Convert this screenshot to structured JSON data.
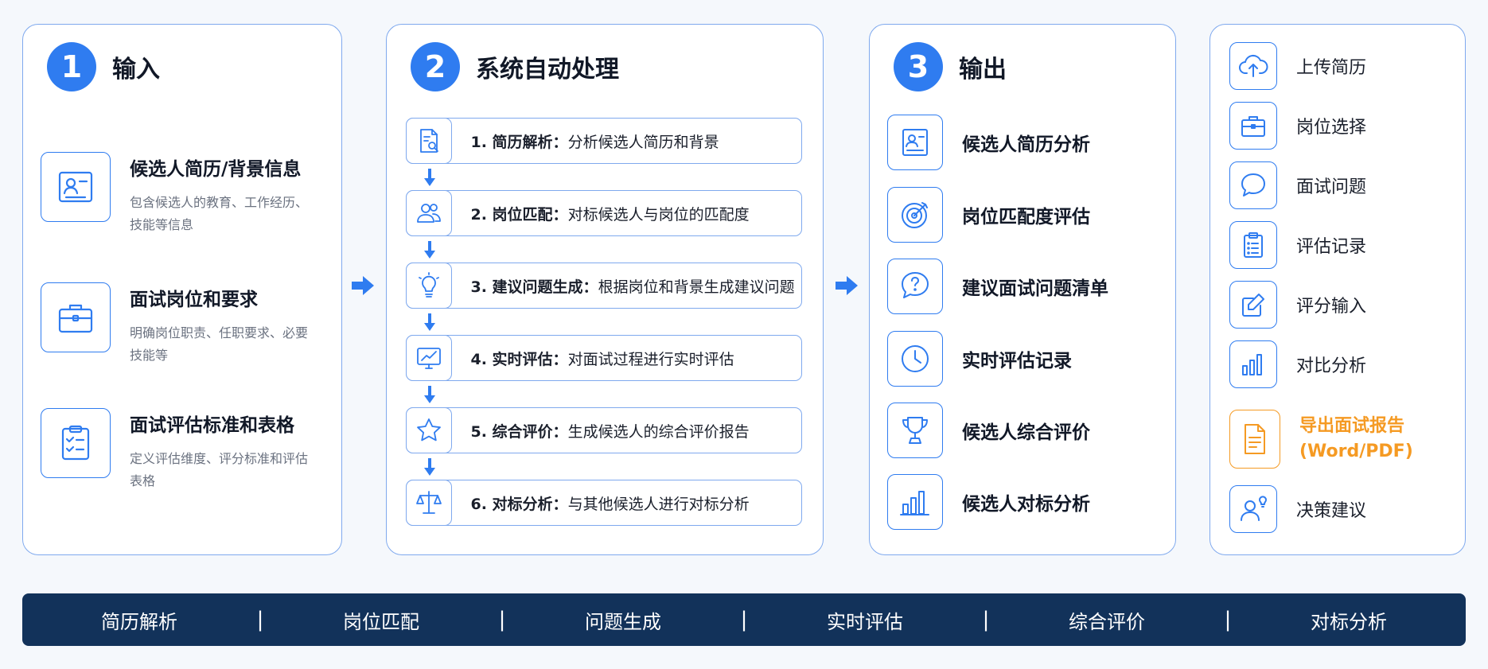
{
  "input": {
    "number": "1",
    "title": "输入",
    "items": [
      {
        "icon": "resume-card-icon",
        "title": "候选人简历/背景信息",
        "desc": "包含候选人的教育、工作经历、技能等信息"
      },
      {
        "icon": "briefcase-icon",
        "title": "面试岗位和要求",
        "desc": "明确岗位职责、任职要求、必要技能等"
      },
      {
        "icon": "checklist-icon",
        "title": "面试评估标准和表格",
        "desc": "定义评估维度、评分标准和评估表格"
      }
    ]
  },
  "process": {
    "number": "2",
    "title": "系统自动处理",
    "steps": [
      {
        "icon": "document-search-icon",
        "name": "1. 简历解析：",
        "desc": "分析候选人简历和背景"
      },
      {
        "icon": "people-icon",
        "name": "2. 岗位匹配：",
        "desc": "对标候选人与岗位的匹配度"
      },
      {
        "icon": "lightbulb-icon",
        "name": "3. 建议问题生成：",
        "desc": "根据岗位和背景生成建议问题"
      },
      {
        "icon": "monitor-chart-icon",
        "name": "4. 实时评估：",
        "desc": "对面试过程进行实时评估"
      },
      {
        "icon": "star-icon",
        "name": "5. 综合评价：",
        "desc": "生成候选人的综合评价报告"
      },
      {
        "icon": "scale-icon",
        "name": "6. 对标分析：",
        "desc": "与其他候选人进行对标分析"
      }
    ]
  },
  "output": {
    "number": "3",
    "title": "输出",
    "items": [
      {
        "icon": "resume-card-icon",
        "title": "候选人简历分析"
      },
      {
        "icon": "target-icon",
        "title": "岗位匹配度评估"
      },
      {
        "icon": "question-bubble-icon",
        "title": "建议面试问题清单"
      },
      {
        "icon": "clock-icon",
        "title": "实时评估记录"
      },
      {
        "icon": "trophy-icon",
        "title": "候选人综合评价"
      },
      {
        "icon": "bar-chart-icon",
        "title": "候选人对标分析"
      }
    ]
  },
  "sidebar": {
    "items": [
      {
        "icon": "cloud-upload-icon",
        "label": "上传简历"
      },
      {
        "icon": "briefcase-icon",
        "label": "岗位选择"
      },
      {
        "icon": "chat-bubble-icon",
        "label": "面试问题"
      },
      {
        "icon": "clipboard-list-icon",
        "label": "评估记录"
      },
      {
        "icon": "edit-icon",
        "label": "评分输入"
      },
      {
        "icon": "bar-chart-icon",
        "label": "对比分析"
      },
      {
        "icon": "report-document-icon",
        "label_line1": "导出面试报告",
        "label_line2": "(Word/PDF)"
      },
      {
        "icon": "person-idea-icon",
        "label": "决策建议"
      }
    ]
  },
  "bottom_bar": {
    "items": [
      "简历解析",
      "岗位匹配",
      "问题生成",
      "实时评估",
      "综合评价",
      "对标分析"
    ],
    "separator": "|"
  },
  "colors": {
    "accent_blue": "#2f7cf0",
    "border_blue": "#7fa9ee",
    "highlight_orange": "#f59a23",
    "bar_navy": "#12325a"
  }
}
